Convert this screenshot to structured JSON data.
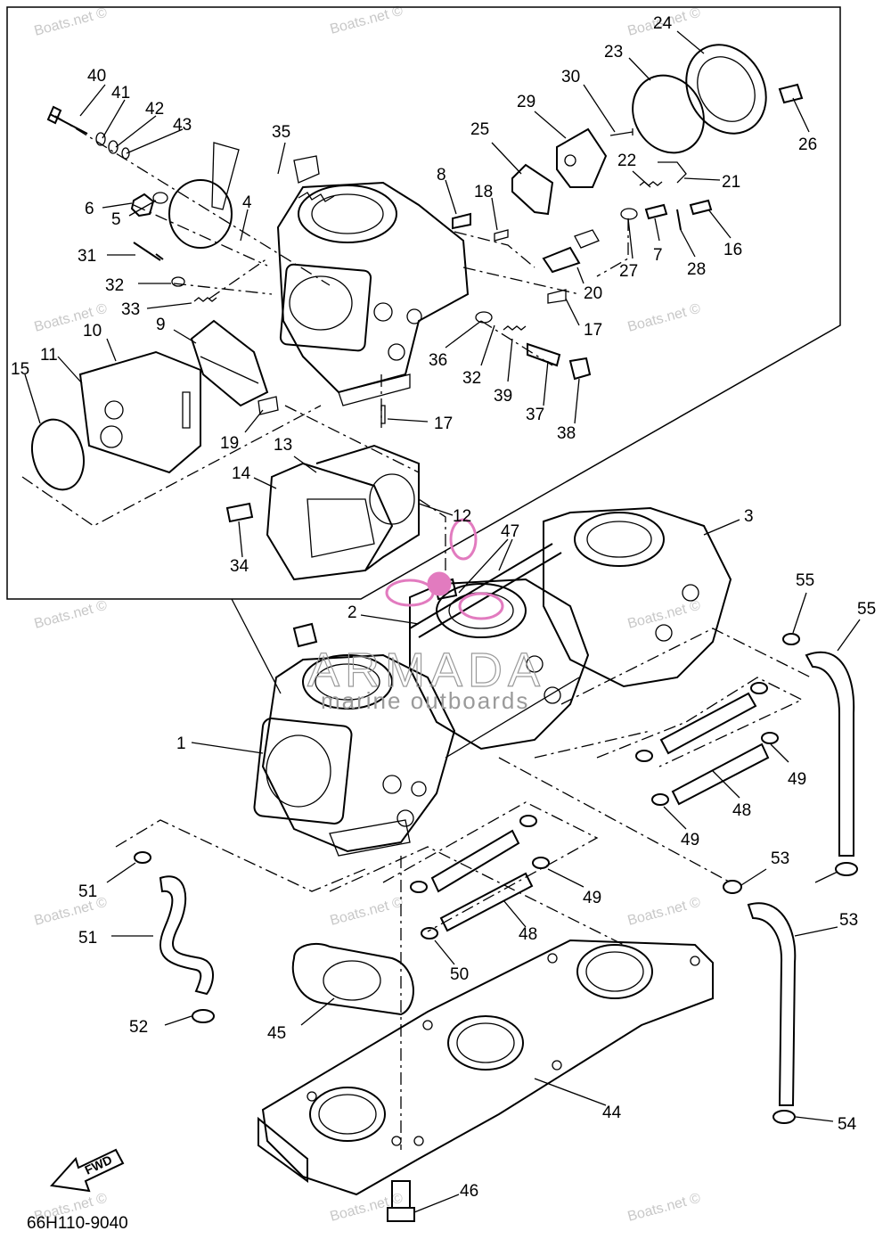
{
  "watermark": {
    "site": "Boats.net ©",
    "brand_name": "ARMADA",
    "brand_tagline": "marine outboards"
  },
  "diagram_code": "66H110-9040",
  "fwd_label": "FWD",
  "callouts": [
    {
      "id": "1",
      "label": "1"
    },
    {
      "id": "2",
      "label": "2"
    },
    {
      "id": "3",
      "label": "3"
    },
    {
      "id": "4",
      "label": "4"
    },
    {
      "id": "5",
      "label": "5"
    },
    {
      "id": "6",
      "label": "6"
    },
    {
      "id": "7",
      "label": "7"
    },
    {
      "id": "8",
      "label": "8"
    },
    {
      "id": "9",
      "label": "9"
    },
    {
      "id": "10",
      "label": "10"
    },
    {
      "id": "11",
      "label": "11"
    },
    {
      "id": "12",
      "label": "12"
    },
    {
      "id": "13",
      "label": "13"
    },
    {
      "id": "14",
      "label": "14"
    },
    {
      "id": "15",
      "label": "15"
    },
    {
      "id": "16",
      "label": "16"
    },
    {
      "id": "17a",
      "label": "17"
    },
    {
      "id": "17b",
      "label": "17"
    },
    {
      "id": "18",
      "label": "18"
    },
    {
      "id": "19",
      "label": "19"
    },
    {
      "id": "20",
      "label": "20"
    },
    {
      "id": "21",
      "label": "21"
    },
    {
      "id": "22",
      "label": "22"
    },
    {
      "id": "23",
      "label": "23"
    },
    {
      "id": "24",
      "label": "24"
    },
    {
      "id": "25",
      "label": "25"
    },
    {
      "id": "26",
      "label": "26"
    },
    {
      "id": "27",
      "label": "27"
    },
    {
      "id": "28",
      "label": "28"
    },
    {
      "id": "29",
      "label": "29"
    },
    {
      "id": "30",
      "label": "30"
    },
    {
      "id": "31",
      "label": "31"
    },
    {
      "id": "32a",
      "label": "32"
    },
    {
      "id": "32b",
      "label": "32"
    },
    {
      "id": "33",
      "label": "33"
    },
    {
      "id": "34",
      "label": "34"
    },
    {
      "id": "35",
      "label": "35"
    },
    {
      "id": "36",
      "label": "36"
    },
    {
      "id": "37",
      "label": "37"
    },
    {
      "id": "38",
      "label": "38"
    },
    {
      "id": "39",
      "label": "39"
    },
    {
      "id": "40",
      "label": "40"
    },
    {
      "id": "41",
      "label": "41"
    },
    {
      "id": "42",
      "label": "42"
    },
    {
      "id": "43",
      "label": "43"
    },
    {
      "id": "44",
      "label": "44"
    },
    {
      "id": "45",
      "label": "45"
    },
    {
      "id": "46",
      "label": "46"
    },
    {
      "id": "47",
      "label": "47"
    },
    {
      "id": "48a",
      "label": "48"
    },
    {
      "id": "48b",
      "label": "48"
    },
    {
      "id": "49a",
      "label": "49"
    },
    {
      "id": "49b",
      "label": "49"
    },
    {
      "id": "49c",
      "label": "49"
    },
    {
      "id": "50",
      "label": "50"
    },
    {
      "id": "51a",
      "label": "51"
    },
    {
      "id": "51b",
      "label": "51"
    },
    {
      "id": "52",
      "label": "52"
    },
    {
      "id": "53a",
      "label": "53"
    },
    {
      "id": "53b",
      "label": "53"
    },
    {
      "id": "54",
      "label": "54"
    },
    {
      "id": "55a",
      "label": "55"
    },
    {
      "id": "55b",
      "label": "55"
    }
  ]
}
